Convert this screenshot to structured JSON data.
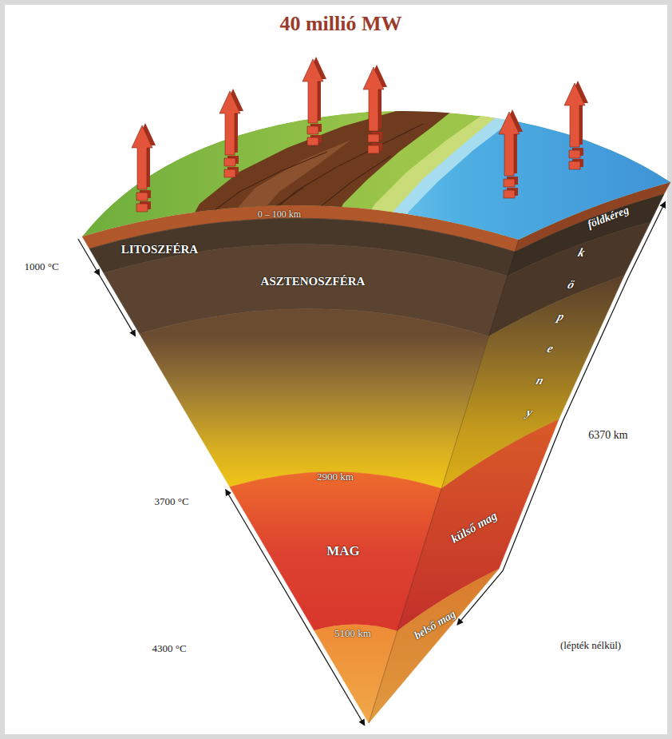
{
  "diagram": {
    "title": "40 millió MW",
    "labels": [
      "0 – 100 km",
      "LITOSZFÉRA",
      "földkéreg",
      "1000 °C",
      "ASZTENOSZFÉRA",
      "köpeny",
      "6370 km",
      "2900 km",
      "3700 °C",
      "MAG",
      "külső mag",
      "5100 km",
      "4300 °C",
      "belső mag",
      "(lépték nélkül)"
    ]
  }
}
